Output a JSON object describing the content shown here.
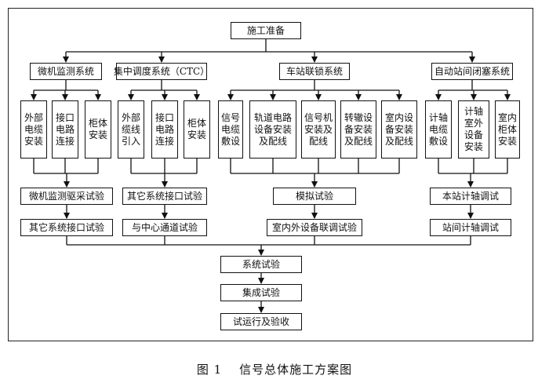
{
  "start": "施工准备",
  "groups": [
    {
      "title": "微机监测系统",
      "items": [
        "外部电缆安装",
        "接口电路连接",
        "柜体安装"
      ],
      "steps": [
        "微机监测驱采试验",
        "其它系统接口试验"
      ]
    },
    {
      "title": "集中调度系统（CTC）",
      "items": [
        "外部缆线引入",
        "接口电路连接",
        "柜体安装"
      ],
      "steps": [
        "其它系统接口试验",
        "与中心通道试验"
      ]
    },
    {
      "title": "车站联锁系统",
      "items": [
        "信号电缆敷设",
        "轨道电路设备安装及配线",
        "信号机安装及配线",
        "转辙设备安装及配线",
        "室内设备安装及配线"
      ],
      "steps": [
        "模拟试验",
        "室内外设备联调试验"
      ]
    },
    {
      "title": "自动站间闭塞系统",
      "items": [
        "计轴电缆敷设",
        "计轴室外设备安装",
        "室内柜体安装"
      ],
      "steps": [
        "本站计轴调试",
        "站间计轴调试"
      ]
    }
  ],
  "final_steps": [
    "系统试验",
    "集成试验",
    "试运行及验收"
  ],
  "caption": {
    "number": "图 1",
    "title": "信号总体施工方案图"
  }
}
